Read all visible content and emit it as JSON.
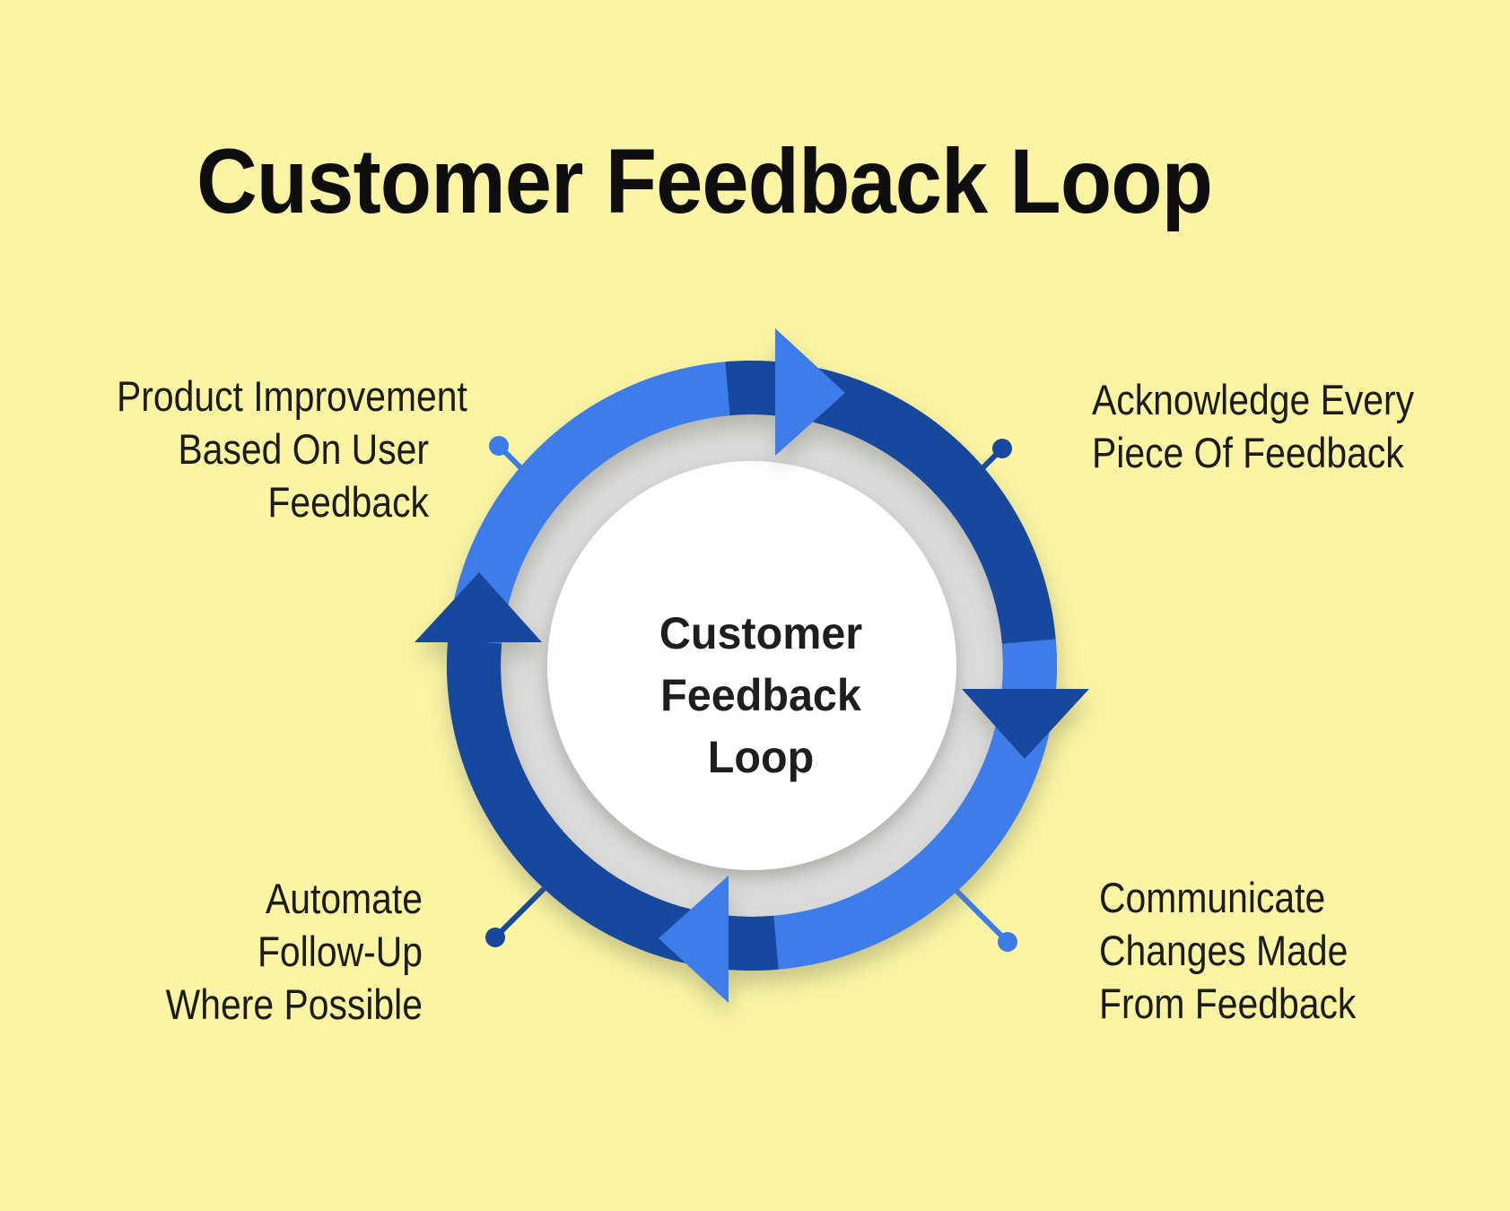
{
  "title": "Customer Feedback Loop",
  "center_circle": {
    "lines": [
      "Customer",
      "Feedback",
      "Loop"
    ]
  },
  "callouts": {
    "top_left": {
      "lines": [
        "Product Improvement",
        "Based On User",
        "Feedback"
      ]
    },
    "top_right": {
      "lines": [
        "Acknowledge Every",
        "Piece Of Feedback"
      ]
    },
    "bottom_left": {
      "lines": [
        "Automate",
        "Follow-Up",
        "Where Possible"
      ]
    },
    "bottom_right": {
      "lines": [
        "Communicate",
        "Changes Made",
        "From Feedback"
      ]
    }
  },
  "colors": {
    "background": "#FAF4A3",
    "arc_light_blue": "#3C7CE9",
    "arc_dark_blue": "#17489D",
    "ring_gray": "#DCDCDC",
    "inner_white": "#FFFFFF",
    "title_text": "#0E0E0E",
    "label_text": "#1C1C1C"
  }
}
